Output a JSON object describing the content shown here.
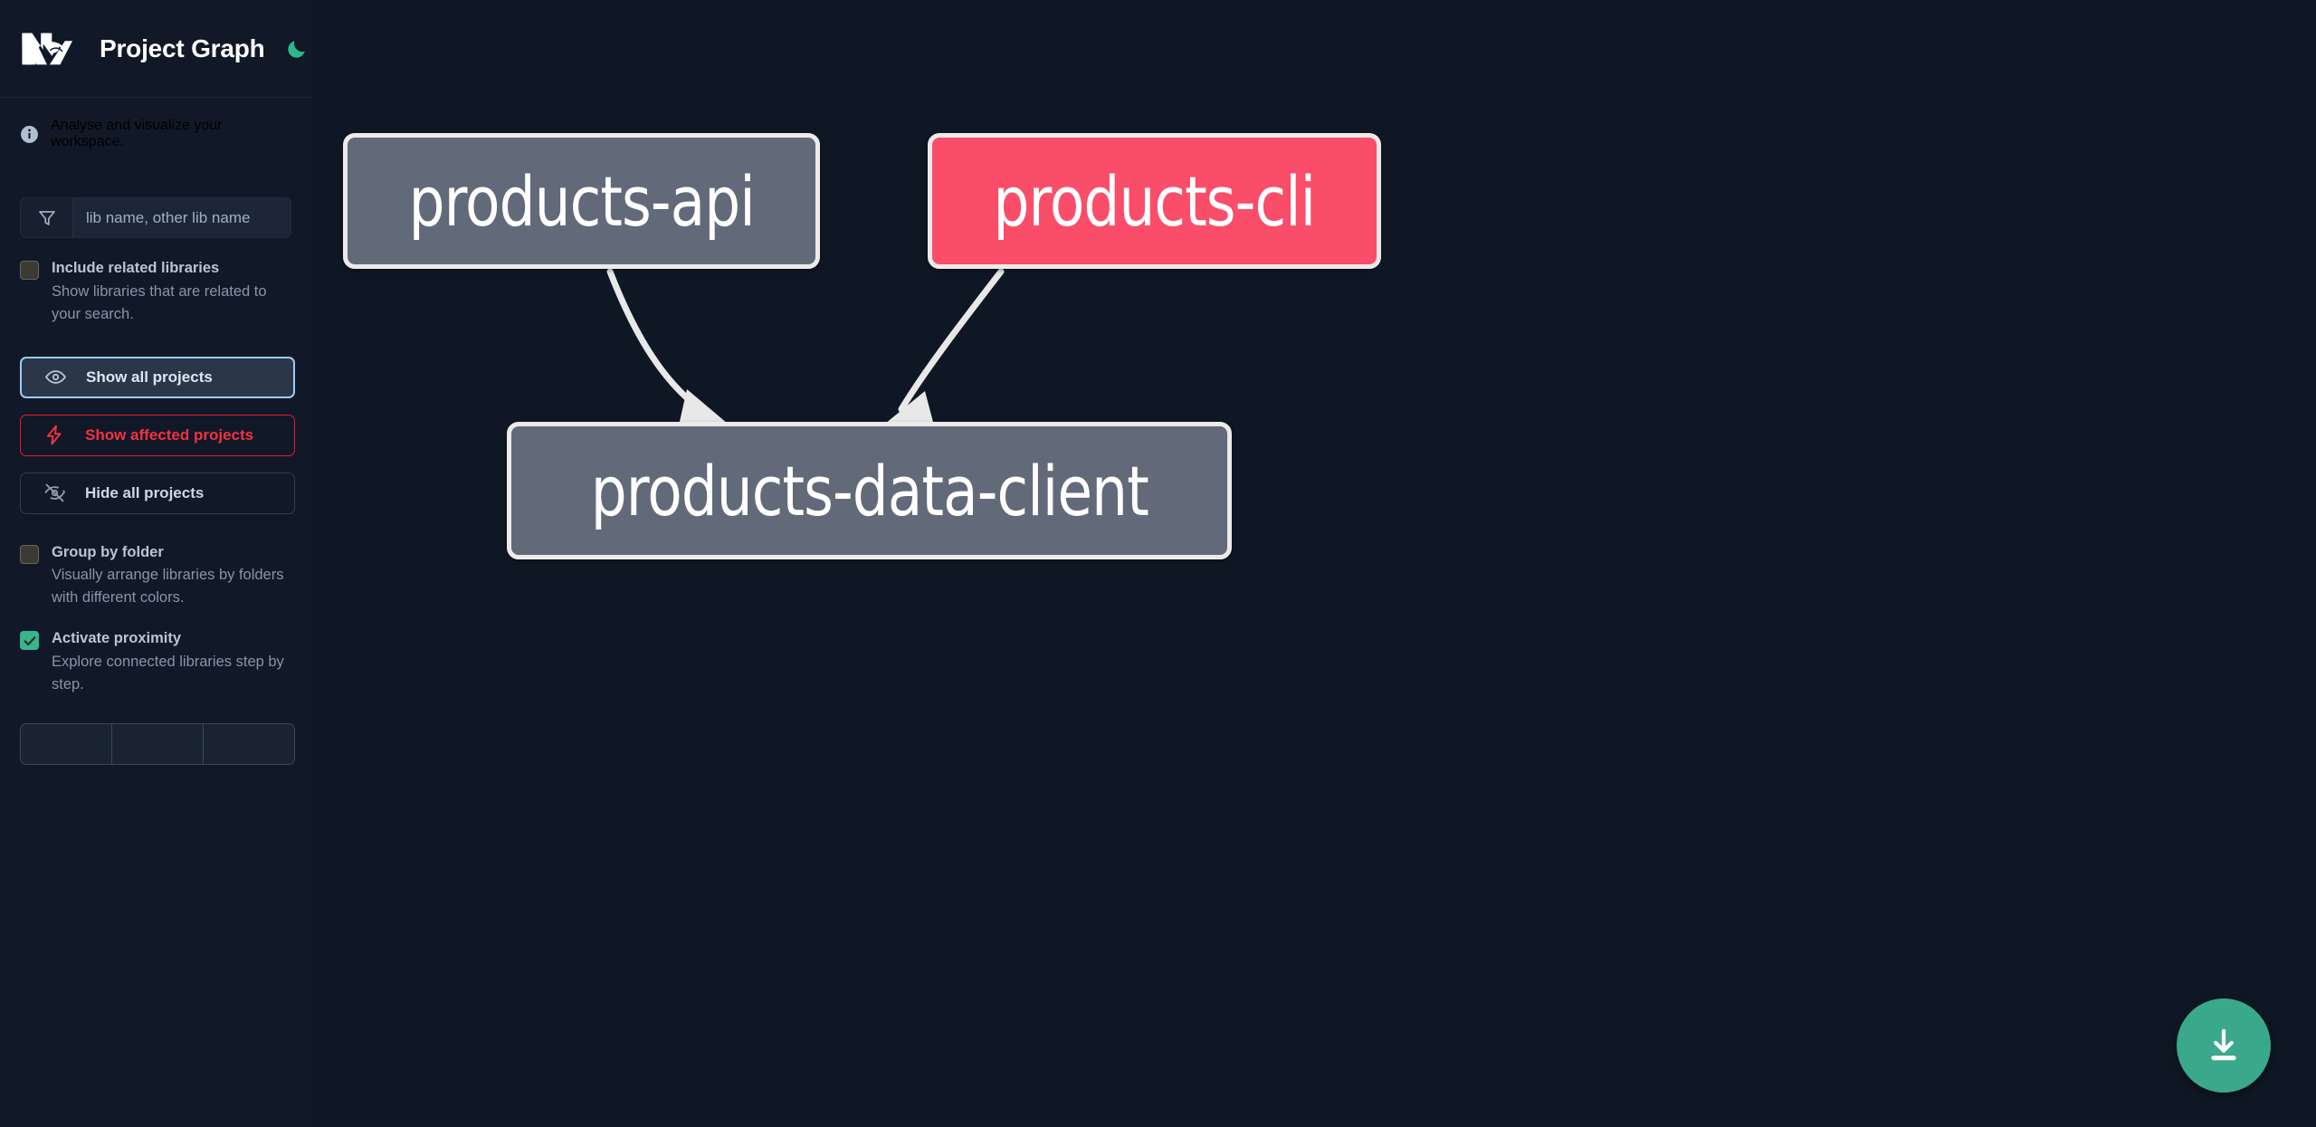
{
  "app": {
    "title": "Project Graph",
    "logo_icon": "nx-logo",
    "theme_toggle_icon": "moon-icon",
    "canvas_bg": "#0f1724",
    "sidebar_bg": "#111827"
  },
  "sidebar": {
    "info": {
      "icon": "info-circle-icon",
      "text": "Analyse and visualize your workspace."
    },
    "search": {
      "icon": "filter-funnel-icon",
      "placeholder": "lib name, other lib name",
      "value": ""
    },
    "options": [
      {
        "id": "include-related-libraries",
        "label": "Include related libraries",
        "description": "Show libraries that are related to your search.",
        "checked": false
      },
      {
        "id": "group-by-folder",
        "label": "Group by folder",
        "description": "Visually arrange libraries by folders with different colors.",
        "checked": false
      },
      {
        "id": "activate-proximity",
        "label": "Activate proximity",
        "description": "Explore connected libraries step by step.",
        "checked": true
      }
    ],
    "buttons": {
      "show_all": {
        "label": "Show all projects",
        "icon": "eye-icon",
        "active": true,
        "accent": "#9ecbfa"
      },
      "show_affected": {
        "label": "Show affected projects",
        "icon": "lightning-bolt-icon",
        "accent": "#f43142"
      },
      "hide_all": {
        "label": "Hide all projects",
        "icon": "eye-off-icon",
        "accent": "#303d51"
      }
    },
    "text_group": {
      "items": [
        "",
        "",
        ""
      ]
    }
  },
  "graph": {
    "download_button": {
      "icon": "download-icon",
      "color": "#3aa88a"
    },
    "nodes": [
      {
        "id": "products-api",
        "label": "products-api",
        "color": "#626a7a",
        "border": "#eceaea",
        "affected": false
      },
      {
        "id": "products-cli",
        "label": "products-cli",
        "color": "#fa4d69",
        "border": "#eceaea",
        "affected": true
      },
      {
        "id": "products-data-client",
        "label": "products-data-client",
        "color": "#626a7a",
        "border": "#eceaea",
        "affected": false
      }
    ],
    "edges": [
      {
        "from": "products-api",
        "to": "products-data-client",
        "color": "#e8e8e8"
      },
      {
        "from": "products-cli",
        "to": "products-data-client",
        "color": "#e8e8e8"
      }
    ]
  }
}
